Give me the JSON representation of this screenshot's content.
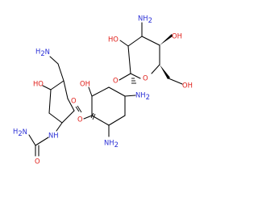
{
  "molecule": {
    "colors": {
      "oxygen": "#e0201b",
      "nitrogen": "#2a2fd6",
      "bond": "#000000"
    },
    "labels": {
      "nh2_top": "NH2",
      "ho_top_left": "HO",
      "oh_top_right": "OH",
      "oh_ch2oh": "OH",
      "o_ring_a": "O",
      "o_link_top": "O",
      "nh2_ring_b_right": "NH2",
      "oh_ring_b": "OH",
      "nh2_ring_b_bottom": "NH2",
      "o_link_bottom": "O",
      "h2n_aminomethyl": "H2N",
      "ho_ring_c": "HO",
      "o_ring_c": "O",
      "nh_urea": "NH",
      "h2n_urea": "H2N",
      "o_carbonyl": "O"
    }
  }
}
